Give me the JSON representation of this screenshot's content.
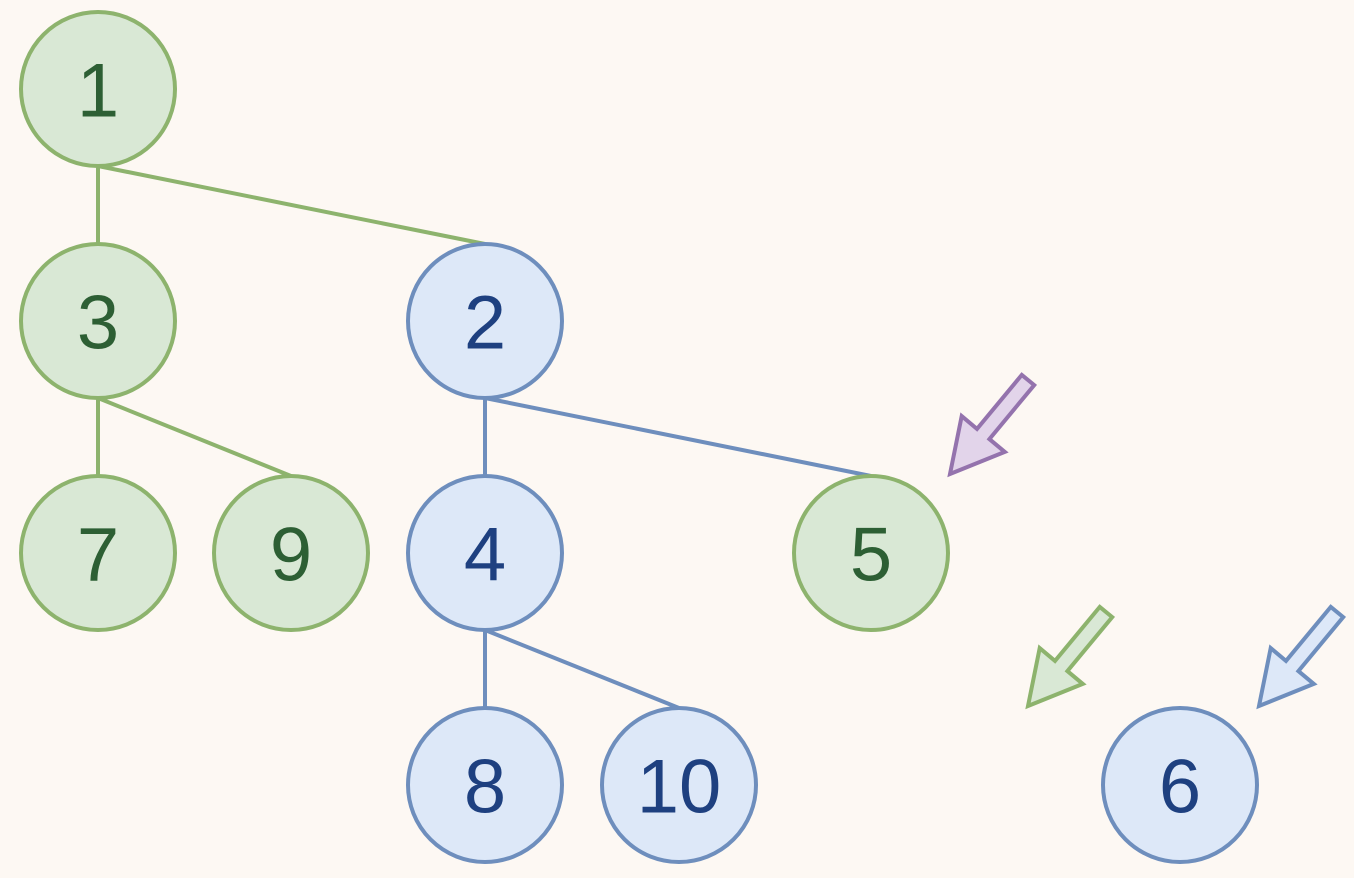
{
  "nodes": [
    {
      "id": "1",
      "label": "1",
      "style": "green"
    },
    {
      "id": "2",
      "label": "2",
      "style": "blue"
    },
    {
      "id": "3",
      "label": "3",
      "style": "green"
    },
    {
      "id": "4",
      "label": "4",
      "style": "blue"
    },
    {
      "id": "5",
      "label": "5",
      "style": "green"
    },
    {
      "id": "6",
      "label": "6",
      "style": "blue"
    },
    {
      "id": "7",
      "label": "7",
      "style": "green"
    },
    {
      "id": "8",
      "label": "8",
      "style": "blue"
    },
    {
      "id": "9",
      "label": "9",
      "style": "green"
    },
    {
      "id": "10",
      "label": "10",
      "style": "blue"
    }
  ],
  "edges": [
    {
      "from": "1",
      "to": "3",
      "style": "green"
    },
    {
      "from": "1",
      "to": "2",
      "style": "green"
    },
    {
      "from": "3",
      "to": "7",
      "style": "green"
    },
    {
      "from": "3",
      "to": "9",
      "style": "green"
    },
    {
      "from": "2",
      "to": "4",
      "style": "blue"
    },
    {
      "from": "2",
      "to": "5",
      "style": "blue"
    },
    {
      "from": "4",
      "to": "8",
      "style": "blue"
    },
    {
      "from": "4",
      "to": "10",
      "style": "blue"
    }
  ],
  "arrows": [
    {
      "id": "purple",
      "style": "purple"
    },
    {
      "id": "green",
      "style": "green"
    },
    {
      "id": "blue",
      "style": "blue"
    }
  ],
  "colors": {
    "background": "#fdf8f3",
    "green": {
      "fill": "#d9e8d5",
      "stroke": "#8db36d",
      "text": "#2d5f34"
    },
    "blue": {
      "fill": "#dde8f8",
      "stroke": "#6e8ebd",
      "text": "#1e4080"
    },
    "purple": {
      "fill": "#e2d4ea",
      "stroke": "#9473ad"
    }
  }
}
